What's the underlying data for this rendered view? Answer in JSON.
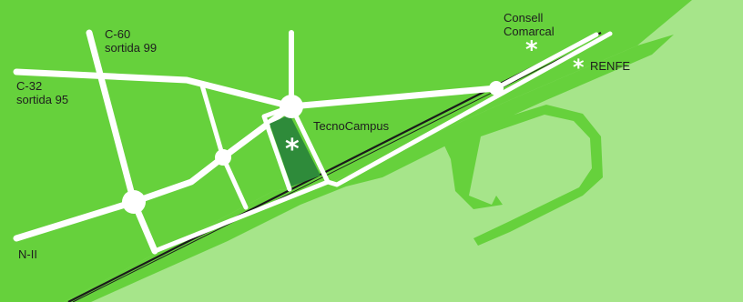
{
  "map": {
    "colors": {
      "land": "#66d13c",
      "sea": "#a6e58a",
      "road": "#ffffff",
      "railway": "#1a1a1a",
      "campus": "#2e8b3a"
    },
    "labels": {
      "c60_line1": "C-60",
      "c60_line2": "sortida 99",
      "c32_line1": "C-32",
      "c32_line2": "sortida 95",
      "n2": "N-II",
      "tecnocampus": "TecnoCampus",
      "consell_line1": "Consell",
      "consell_line2": "Comarcal",
      "renfe": "RENFE"
    },
    "icons": {
      "marker": "asterisk-icon",
      "marker_glyph": "*"
    }
  }
}
